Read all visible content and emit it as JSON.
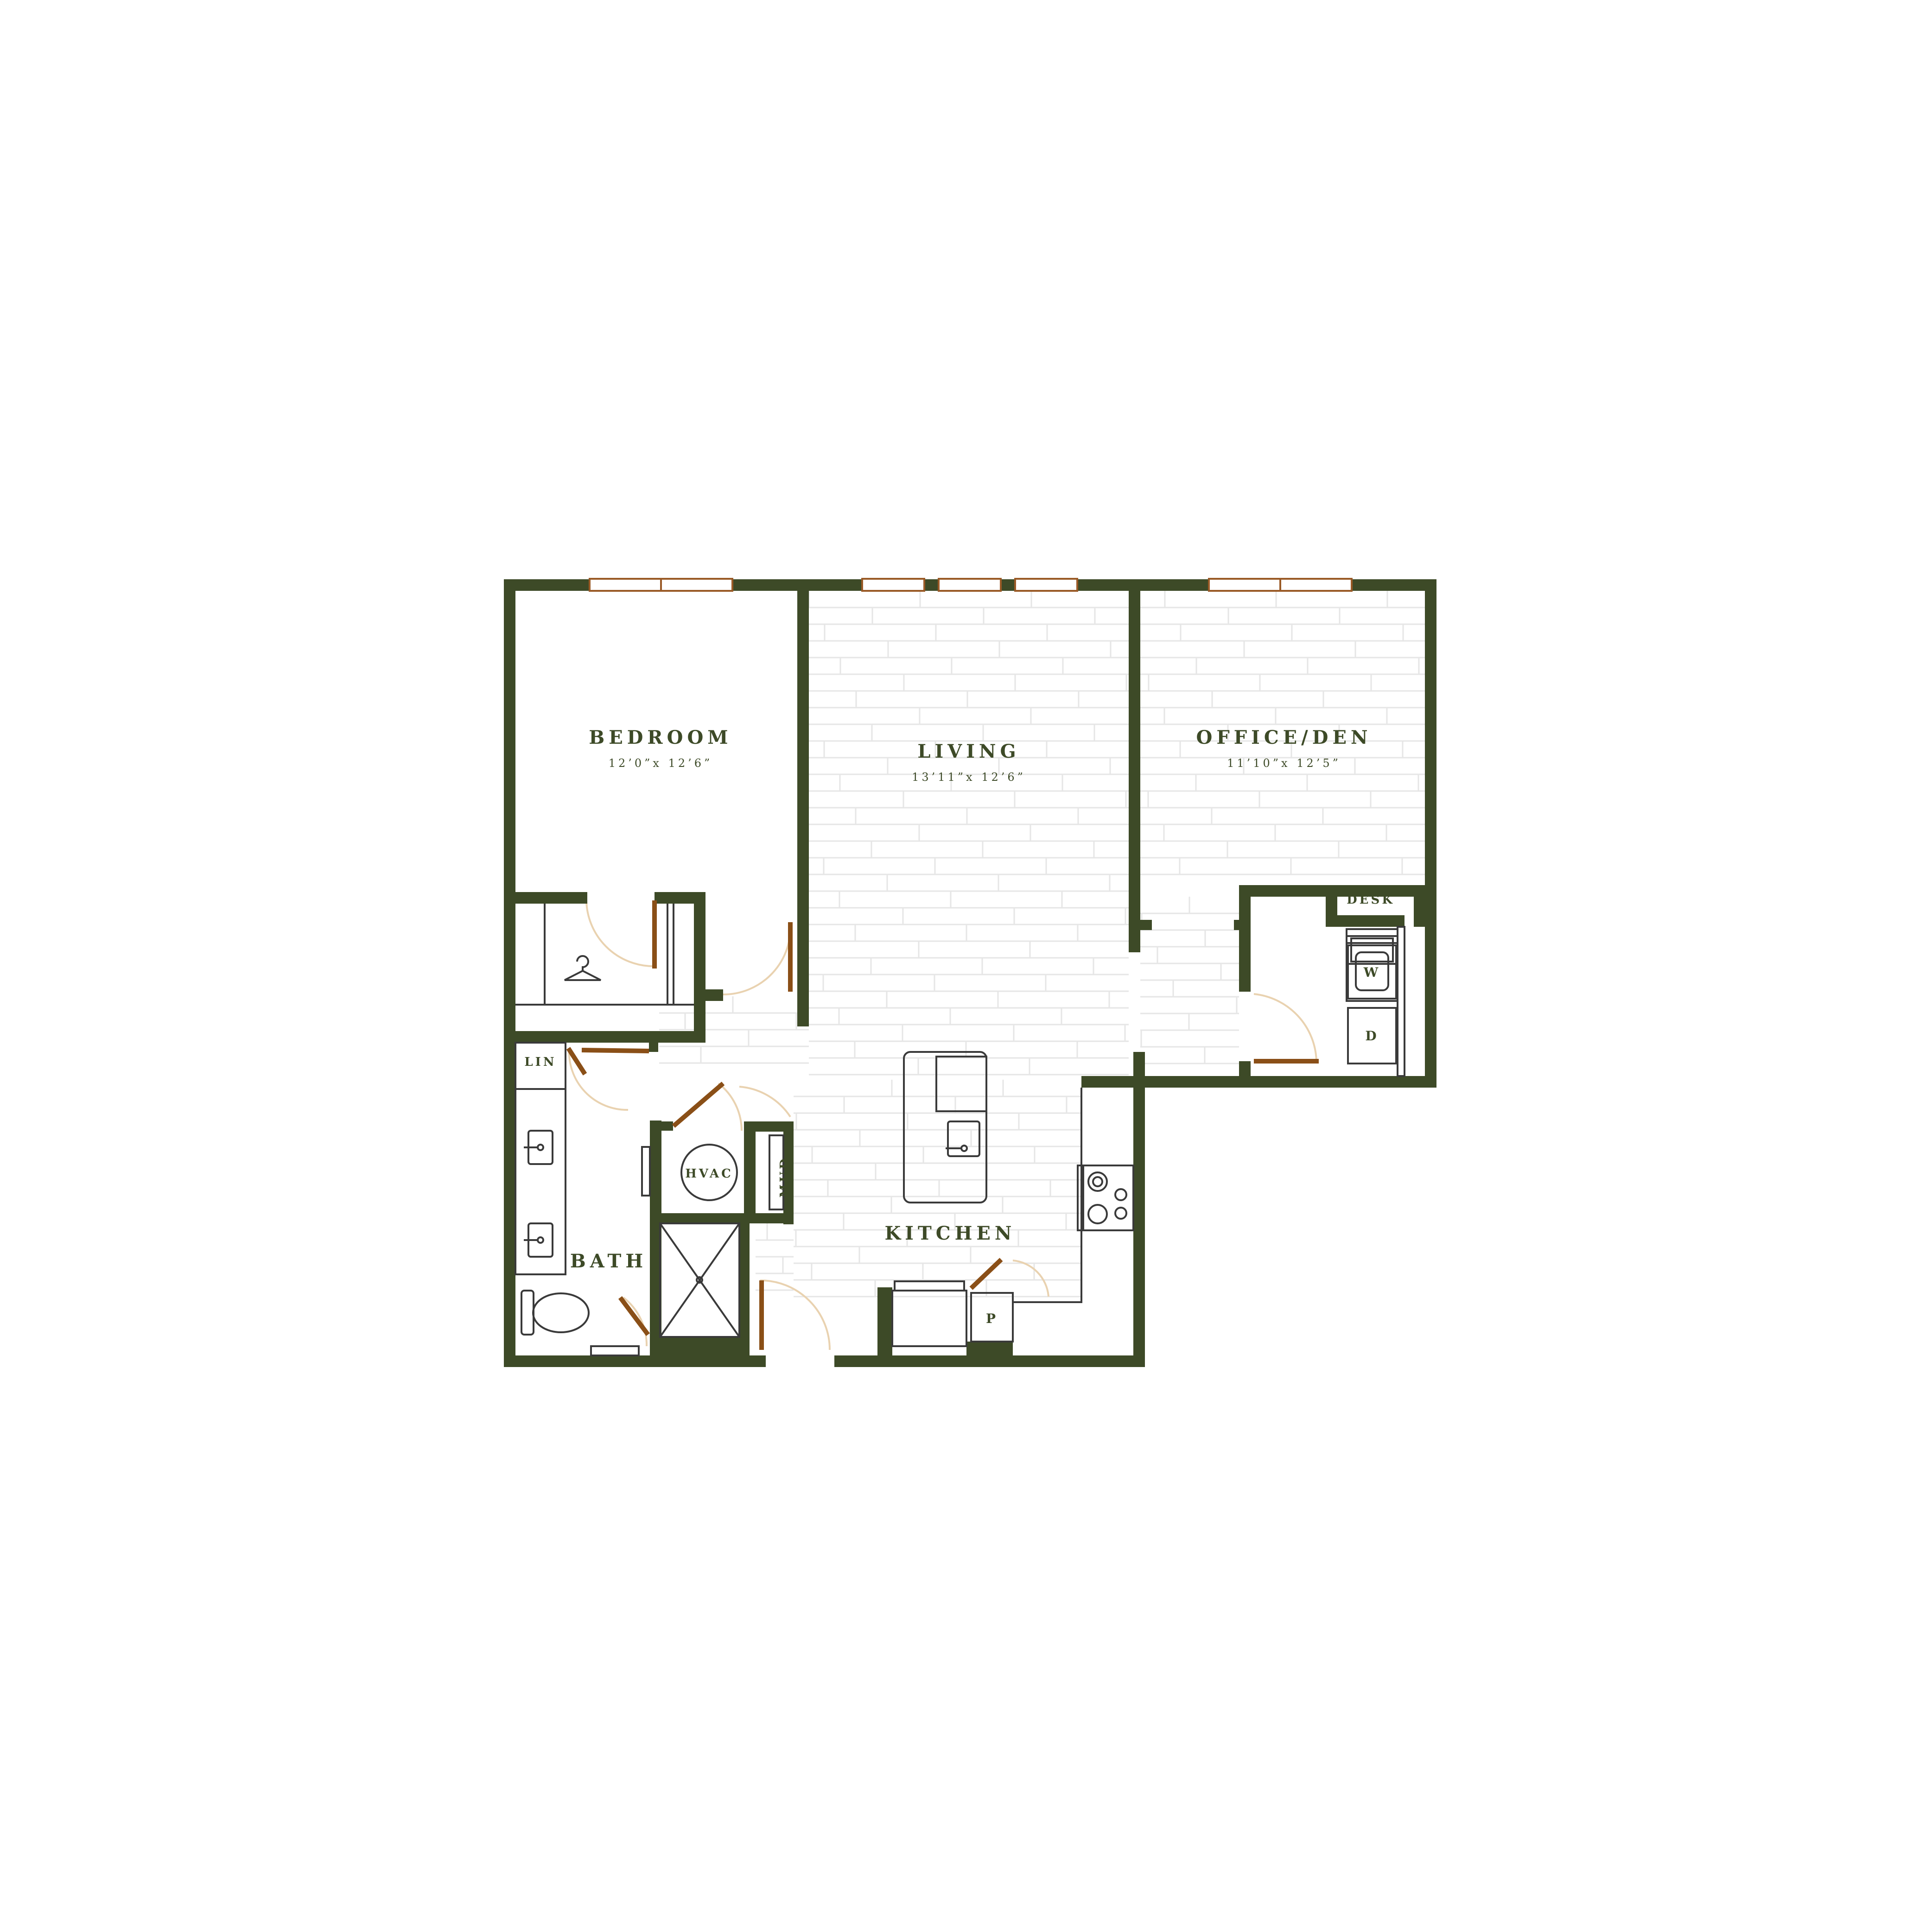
{
  "colors": {
    "wall": "#3d4a27",
    "door": "#8a4f17",
    "swing": "#e9d2b0",
    "floor_line": "#e6e6e6",
    "fixture": "#3a3a3a",
    "window": "#9a5a26",
    "text": "#3d4a27"
  },
  "rooms": {
    "bedroom": {
      "name": "BEDROOM",
      "size": "12’0”x 12’6”"
    },
    "living": {
      "name": "LIVING",
      "size": "13’11”x 12’6”"
    },
    "office": {
      "name": "OFFICE/DEN",
      "size": "11’10”x 12’5”"
    },
    "kitchen": {
      "name": "KITCHEN"
    },
    "bath": {
      "name": "BATH"
    }
  },
  "labels": {
    "lin": "LIN",
    "hvac": "HVAC",
    "mud": "MUD",
    "desk": "DESK",
    "washer": "W",
    "dryer": "D",
    "pantry": "P"
  },
  "icons": {
    "closet": "hanger-icon",
    "sinks": "sink-icon",
    "toilet": "toilet-icon",
    "range": "cooktop-icon",
    "shower": "shower-icon"
  }
}
